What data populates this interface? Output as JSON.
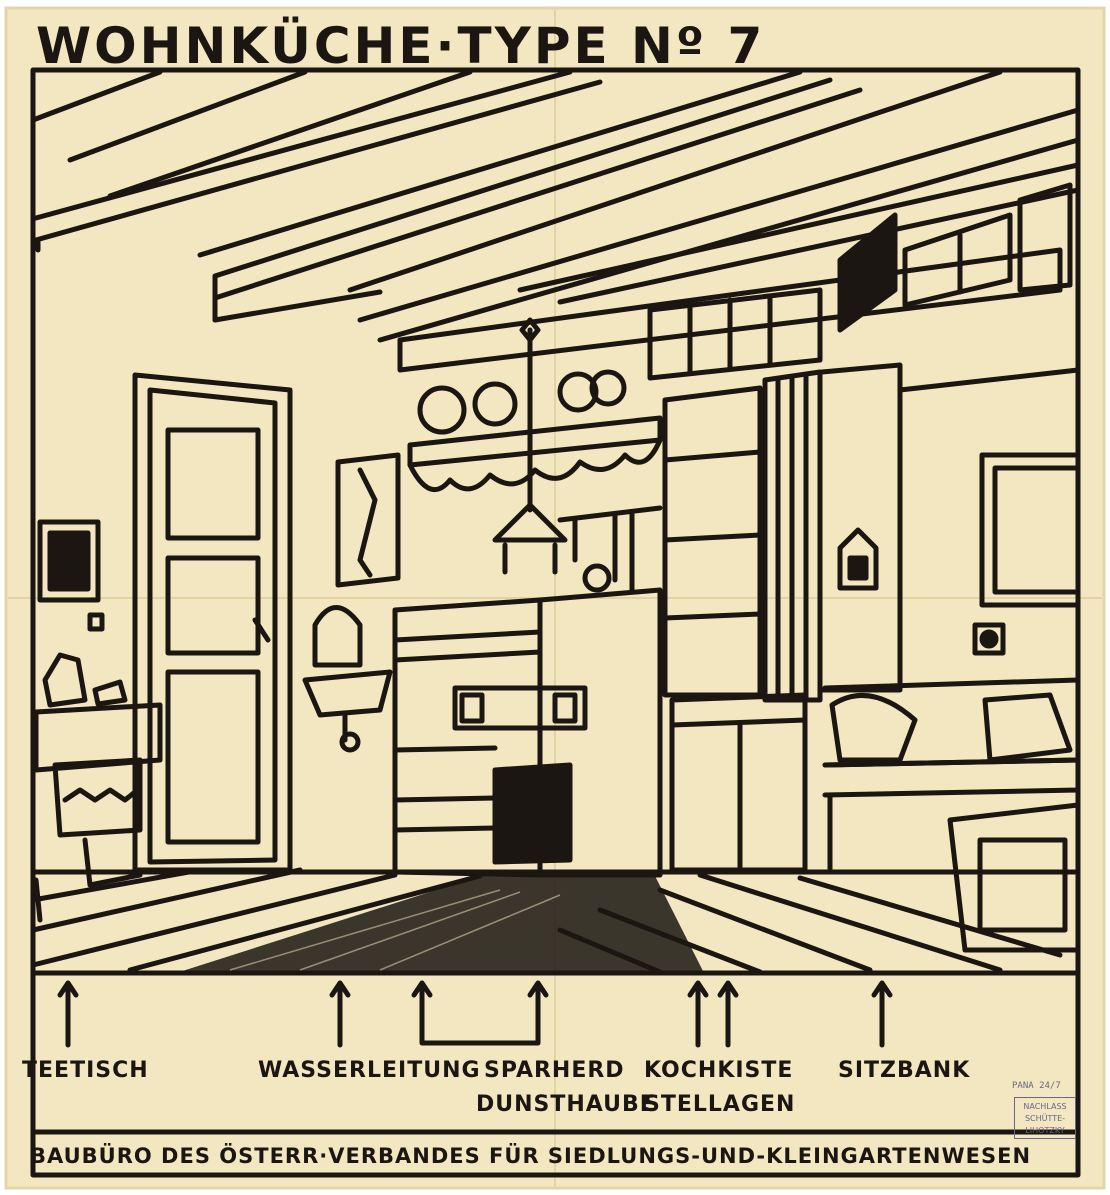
{
  "drawing": {
    "title": "WOHNKÜCHE·TYPE Nº 7",
    "labels": {
      "teetisch": "TEETISCH",
      "wasserleitung": "WASSERLEITUNG",
      "sparherd": "SPARHERD",
      "dunsthaube": "DUNSTHAUBE",
      "kochkiste": "KOCHKISTE",
      "stellagen": "STELLAGEN",
      "sitzbank": "SITZBANK"
    },
    "footer": "BAUBÜRO DES ÖSTERR·VERBANDES FÜR SIEDLUNGS-UND-KLEINGARTENWESEN",
    "stamp": {
      "inventory": "PANA 24/7",
      "line1": "NACHLASS",
      "line2": "SCHÜTTE-",
      "line3": "LIHOTZKY"
    },
    "colors": {
      "paper": "#f2e7c0",
      "ink": "#1b1612",
      "stamp": "#6a6686"
    }
  }
}
